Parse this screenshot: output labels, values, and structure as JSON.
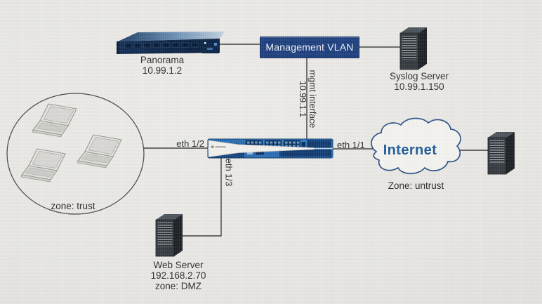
{
  "nodes": {
    "panorama": {
      "name": "Panorama",
      "ip": "10.99.1.2"
    },
    "management_vlan": {
      "label": "Management VLAN"
    },
    "syslog_server": {
      "name": "Syslog Server",
      "ip": "10.99.1.150"
    },
    "mgmt_interface": {
      "label": "mgmt interface",
      "ip": "10.99.1.1"
    },
    "firewall": {
      "eth_1_2": "eth 1/2",
      "eth_1_1": "eth 1/1",
      "eth_1_3": "eth 1/3"
    },
    "trust_zone": {
      "label": "zone: trust"
    },
    "internet": {
      "label": "Internet",
      "zone_label": "Zone: untrust"
    },
    "web_server": {
      "name": "Web Server",
      "ip": "192.168.2.70",
      "zone": "zone: DMZ"
    }
  },
  "icons": {
    "panorama": "rack-server-icon",
    "syslog_server": "tower-server-icon",
    "internet_edge_server": "tower-server-icon",
    "web_server": "tower-server-icon",
    "firewall": "firewall-appliance-icon",
    "trust_zone": "laptop-group-icon",
    "internet": "cloud-icon"
  },
  "colors": {
    "background": "#e9e8e4",
    "management_vlan_bg": "#1f4180",
    "cloud_outline": "#2d5288",
    "internet_text": "#1c5c97",
    "firewall_body": "#2f7cc5",
    "connector_line": "#3d3d3d"
  }
}
